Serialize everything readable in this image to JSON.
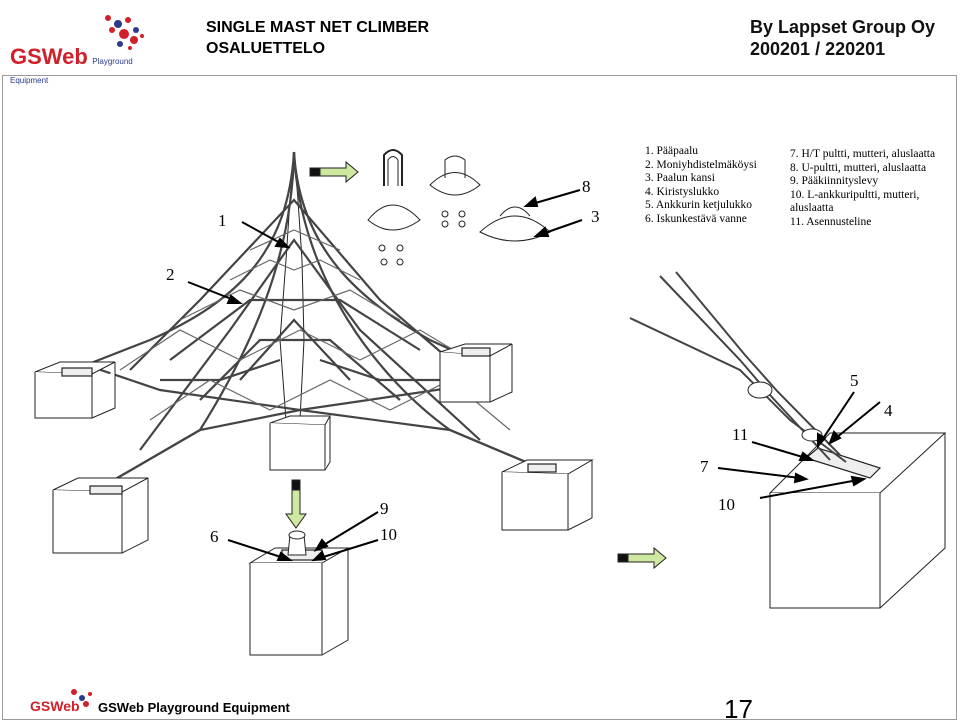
{
  "header": {
    "title_line1": "SINGLE MAST NET CLIMBER",
    "title_line2": "OSALUETTELO",
    "company": "By Lappset  Group Oy",
    "codes": "200201 / 220201"
  },
  "logo": {
    "brand": "GSWeb",
    "tagline": "Playground Equipment"
  },
  "parts_list_left": [
    "1. Pääpaalu",
    "2. Moniyhdistelmäköysi",
    "3. Paalun kansi",
    "4. Kiristyslukko",
    "5. Ankkurin ketjulukko",
    "6. Iskunkestävä vanne"
  ],
  "parts_list_right": [
    "7. H/T pultti, mutteri, aluslaatta",
    "8. U-pultti, mutteri, aluslaatta",
    "9. Pääkiinnityslevy",
    "10. L-ankkuripultti, mutteri,",
    "aluslaatta",
    "11. Asennusteline"
  ],
  "callouts": {
    "c1": "1",
    "c2": "2",
    "c3": "3",
    "c8": "8",
    "c6": "6",
    "c9": "9",
    "c10a": "10",
    "c5": "5",
    "c4": "4",
    "c11": "11",
    "c7": "7",
    "c10b": "10"
  },
  "footer": {
    "text": "GSWeb Playground Equipment",
    "page_number": "17"
  },
  "colors": {
    "logo_red": "#d0202a",
    "arrow_green": "#cfe8a0",
    "frame_grey": "#9a9a9a"
  }
}
